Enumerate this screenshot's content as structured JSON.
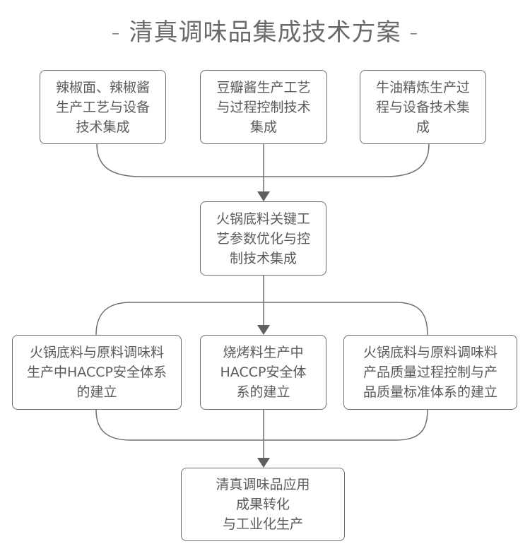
{
  "title": "- 清真调味品集成技术方案 -",
  "colors": {
    "stroke": "#6e6e6e",
    "text": "#5b5b5b",
    "background": "#ffffff"
  },
  "nodes": {
    "chili": {
      "lines": [
        "辣椒面、辣椒酱",
        "生产工艺与设备",
        "技术集成"
      ]
    },
    "bean_paste": {
      "lines": [
        "豆瓣酱生产工艺",
        "与过程控制技术",
        "集成"
      ]
    },
    "tallow": {
      "lines": [
        "牛油精炼生产过",
        "程与设备技术集",
        "成"
      ]
    },
    "hotpot_base": {
      "lines": [
        "火锅底料关键工",
        "艺参数优化与控",
        "制技术集成"
      ]
    },
    "haccp_hotpot": {
      "lines": [
        "火锅底料与原料调味料",
        "生产中HACCP安全体系",
        "的建立"
      ]
    },
    "haccp_bbq": {
      "lines": [
        "烧烤料生产中",
        "HACCP安全体",
        "系的建立"
      ]
    },
    "quality": {
      "lines": [
        "火锅底料与原料调味料",
        "产品质量过程控制与产",
        "品质量标准体系的建立"
      ]
    },
    "industrialization": {
      "lines": [
        "清真调味品应用",
        "成果转化",
        "与工业化生产"
      ]
    }
  },
  "edges": [
    {
      "from": "chili",
      "to": "hotpot_base"
    },
    {
      "from": "bean_paste",
      "to": "hotpot_base"
    },
    {
      "from": "tallow",
      "to": "hotpot_base"
    },
    {
      "from": "hotpot_base",
      "to": "haccp_hotpot"
    },
    {
      "from": "hotpot_base",
      "to": "haccp_bbq"
    },
    {
      "from": "hotpot_base",
      "to": "quality"
    },
    {
      "from": "haccp_hotpot",
      "to": "industrialization"
    },
    {
      "from": "haccp_bbq",
      "to": "industrialization"
    },
    {
      "from": "quality",
      "to": "industrialization"
    }
  ]
}
